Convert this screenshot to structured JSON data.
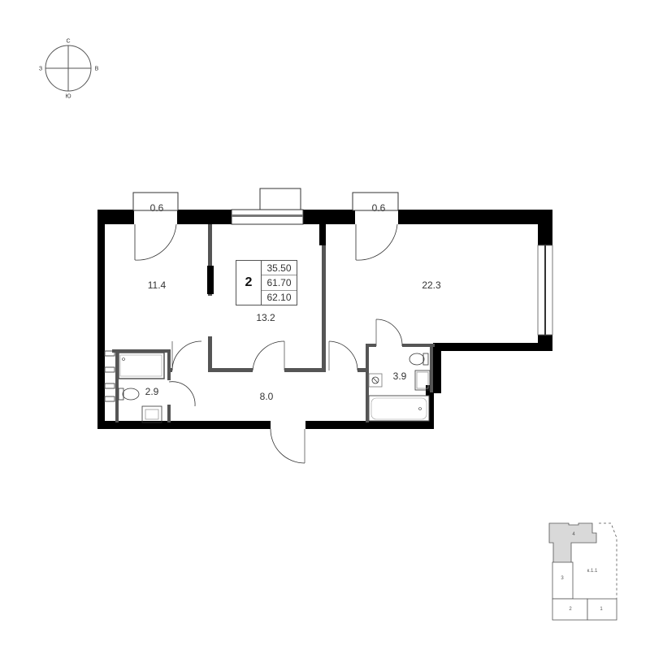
{
  "compass": {
    "north": "С",
    "south": "Ю",
    "west": "З",
    "east": "В"
  },
  "apartment": {
    "rooms_count": "2",
    "living_area": "35.50",
    "total_area": "61.70",
    "total_area_with_balconies": "62.10"
  },
  "rooms": [
    {
      "id": "balcony-left",
      "area": "0.6"
    },
    {
      "id": "bedroom",
      "area": "11.4"
    },
    {
      "id": "room-middle",
      "area": "13.2"
    },
    {
      "id": "balcony-right",
      "area": "0.6"
    },
    {
      "id": "living-room",
      "area": "22.3"
    },
    {
      "id": "bathroom-left",
      "area": "2.9"
    },
    {
      "id": "hallway",
      "area": "8.0"
    },
    {
      "id": "bathroom-right",
      "area": "3.9"
    }
  ],
  "key_plan": {
    "building_label": "к.1.1",
    "sections": [
      "4",
      "3",
      "2",
      "1"
    ],
    "highlighted_section": "4",
    "highlight_color": "#d9d9d9"
  },
  "colors": {
    "exterior_wall": "#000000",
    "interior_wall": "#555555",
    "line": "#333333"
  }
}
